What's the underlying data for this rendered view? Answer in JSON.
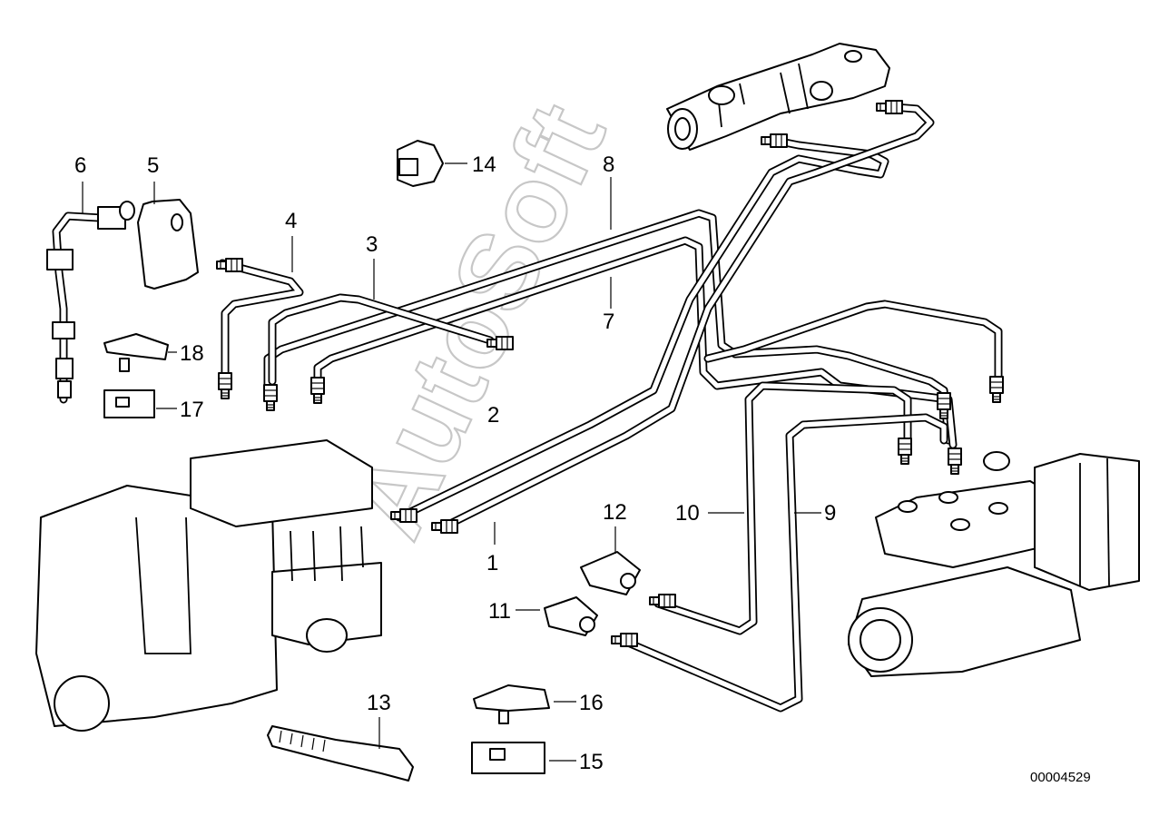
{
  "watermark": "AutoSoft",
  "document_number": "00004529",
  "callouts": [
    {
      "id": "c1",
      "label": "1"
    },
    {
      "id": "c2",
      "label": "2"
    },
    {
      "id": "c3",
      "label": "3"
    },
    {
      "id": "c4",
      "label": "4"
    },
    {
      "id": "c5",
      "label": "5"
    },
    {
      "id": "c6",
      "label": "6"
    },
    {
      "id": "c7",
      "label": "7"
    },
    {
      "id": "c8",
      "label": "8"
    },
    {
      "id": "c9",
      "label": "9"
    },
    {
      "id": "c10",
      "label": "10"
    },
    {
      "id": "c11",
      "label": "11"
    },
    {
      "id": "c12",
      "label": "12"
    },
    {
      "id": "c13",
      "label": "13"
    },
    {
      "id": "c14",
      "label": "14"
    },
    {
      "id": "c15",
      "label": "15"
    },
    {
      "id": "c16",
      "label": "16"
    },
    {
      "id": "c17",
      "label": "17"
    },
    {
      "id": "c18",
      "label": "18"
    }
  ]
}
